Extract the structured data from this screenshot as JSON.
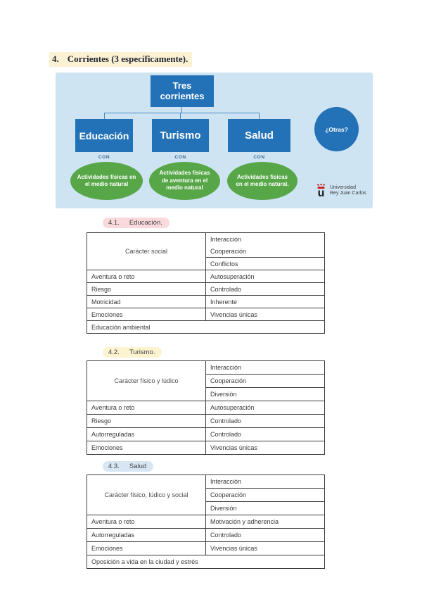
{
  "heading": {
    "number": "4.",
    "text": "Corrientes (3 específicamente)."
  },
  "diagram": {
    "root_label": "Tres corrientes",
    "other_label": "¿Otras?",
    "branches": [
      {
        "label": "Educación",
        "connector": "CON",
        "activity": "Actividades físicas en el medio natural"
      },
      {
        "label": "Turismo",
        "connector": "CON",
        "activity": "Actividades físicas de aventura en el medio natural"
      },
      {
        "label": "Salud",
        "connector": "CON",
        "activity": "Actividades físicas en el medio natural."
      }
    ],
    "logo": {
      "mark": "u",
      "line1": "Universidad",
      "line2": "Rey Juan Carlos"
    }
  },
  "sections": [
    {
      "number": "4.1.",
      "title": "Educación.",
      "table": {
        "group_label": "Carácter social",
        "group_values": [
          "Interacción",
          "Cooperación",
          "Conflictos"
        ],
        "rows": [
          {
            "label": "Aventura o reto",
            "value": "Autosuperación"
          },
          {
            "label": "Riesgo",
            "value": "Controlado"
          },
          {
            "label": "Motricidad",
            "value": "Inherente"
          },
          {
            "label": "Emociones",
            "value": "Vivencias únicas"
          }
        ],
        "footer": "Educación ambiental"
      }
    },
    {
      "number": "4.2.",
      "title": "Turismo.",
      "table": {
        "group_label": "Carácter físico y lúdico",
        "group_values": [
          "Interacción",
          "Cooperación",
          "Diversión"
        ],
        "rows": [
          {
            "label": "Aventura o reto",
            "value": "Autosuperación"
          },
          {
            "label": "Riesgo",
            "value": "Controlado"
          },
          {
            "label": "Autorreguladas",
            "value": "Controlado"
          },
          {
            "label": "Emociones",
            "value": "Vivencias únicas"
          }
        ]
      }
    },
    {
      "number": "4.3.",
      "title": "Salud",
      "table": {
        "group_label": "Carácter físico, lúdico y social",
        "group_values": [
          "Interacción",
          "Cooperación",
          "Diversión"
        ],
        "rows": [
          {
            "label": "Aventura o reto",
            "value": "Motivación y adherencia"
          },
          {
            "label": "Autorreguladas",
            "value": "Controlado"
          },
          {
            "label": "Emociones",
            "value": "Vivencias únicas"
          }
        ],
        "footer": "Oposición a vida en la ciudad y estrés"
      }
    }
  ],
  "colors": {
    "panel_bg": "#cfe4f3",
    "node_blue": "#2372b7",
    "ellipse_green": "#57a748",
    "connector_line": "#4a86c5",
    "highlight_main": "#fbf1d3",
    "highlight_section1": "#f9d9dc",
    "highlight_section2": "#fdf3d0",
    "highlight_section3": "#d8e6f4",
    "logo_red": "#cc1417"
  }
}
